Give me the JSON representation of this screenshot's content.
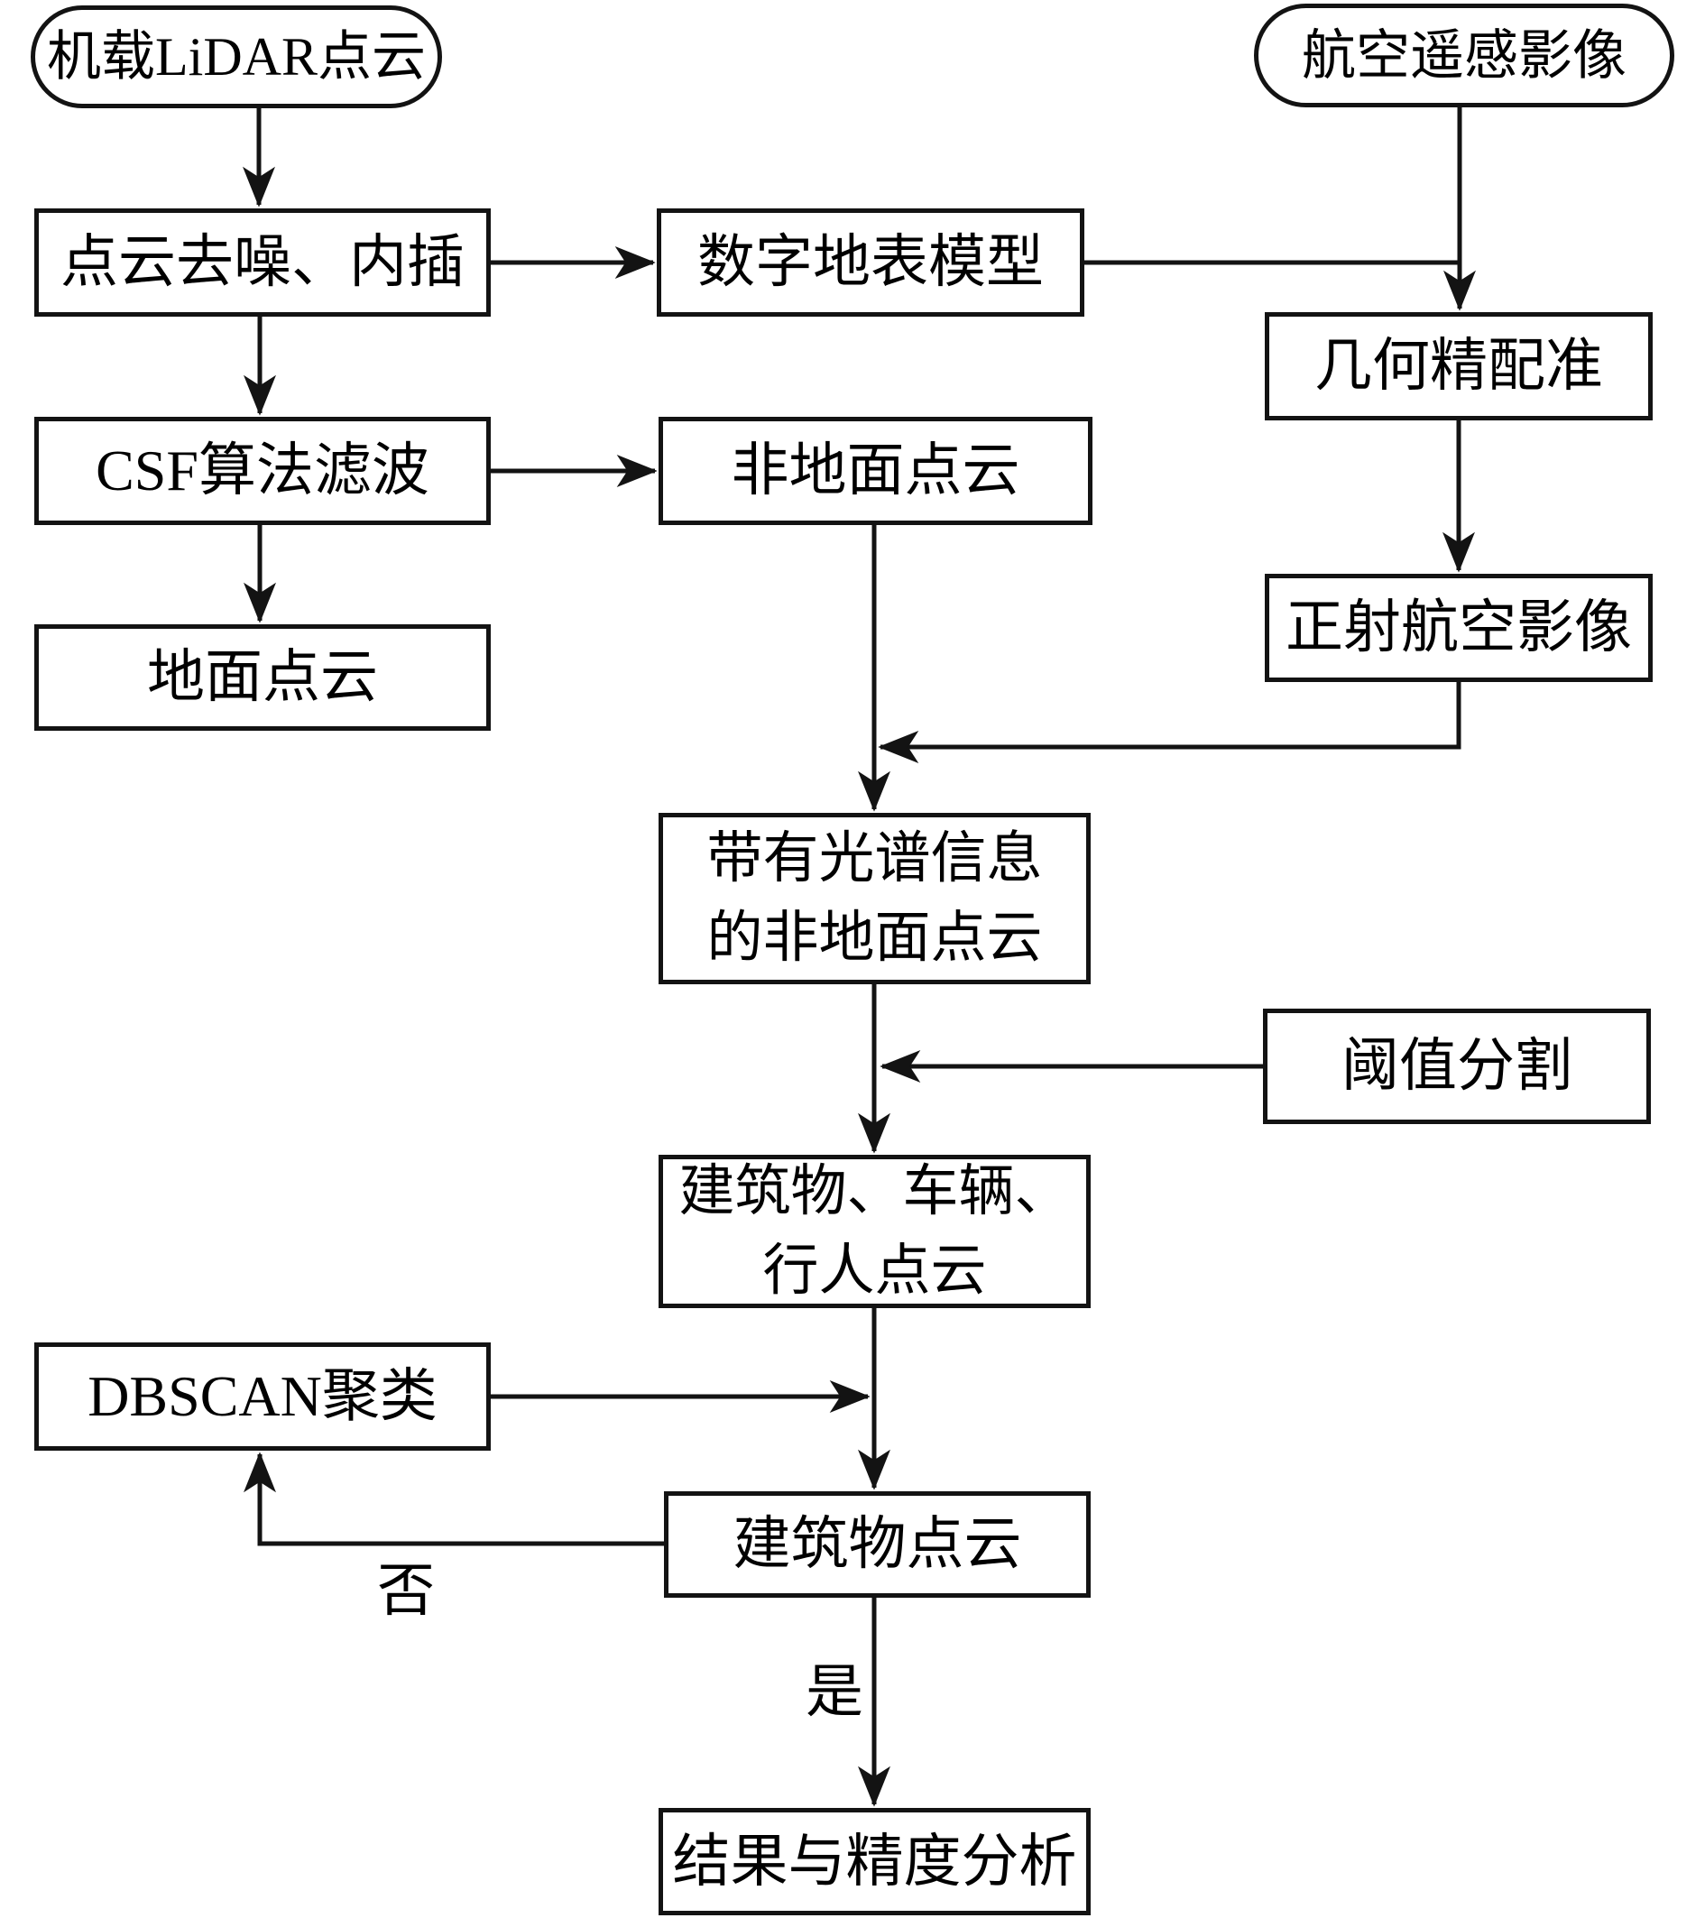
{
  "diagram": {
    "type": "flowchart",
    "colors": {
      "stroke": "#131313",
      "background": "#ffffff",
      "text": "#000000"
    },
    "nodes": {
      "lidar": {
        "shape": "stadium",
        "label": "机载LiDAR点云"
      },
      "aerial": {
        "shape": "stadium",
        "label": "航空遥感影像"
      },
      "denoise": {
        "shape": "rect",
        "label": "点云去噪、内插"
      },
      "dsm": {
        "shape": "rect",
        "label": "数字地表模型"
      },
      "finereg": {
        "shape": "rect",
        "label": "几何精配准"
      },
      "csf": {
        "shape": "rect",
        "label": "CSF算法滤波"
      },
      "nonground": {
        "shape": "rect",
        "label": "非地面点云"
      },
      "ground": {
        "shape": "rect",
        "label": "地面点云"
      },
      "ortho": {
        "shape": "rect",
        "label": "正射航空影像"
      },
      "spectral": {
        "shape": "rect",
        "label": "带有光谱信息的非地面点云",
        "line1": "带有光谱信息",
        "line2": "的非地面点云"
      },
      "threshold": {
        "shape": "rect",
        "label": "阈值分割"
      },
      "bvp": {
        "shape": "rect",
        "label": "建筑物、车辆、行人点云",
        "line1": "建筑物、车辆、",
        "line2": "行人点云"
      },
      "dbscan": {
        "shape": "rect",
        "label": "DBSCAN聚类"
      },
      "building": {
        "shape": "rect",
        "label": "建筑物点云"
      },
      "result": {
        "shape": "rect",
        "label": "结果与精度分析"
      }
    },
    "edge_labels": {
      "no": "否",
      "yes": "是"
    },
    "edges": [
      {
        "from": "机载LiDAR点云",
        "to": "点云去噪、内插"
      },
      {
        "from": "航空遥感影像",
        "to": "几何精配准"
      },
      {
        "from": "点云去噪、内插",
        "to": "数字地表模型"
      },
      {
        "from": "数字地表模型",
        "to": "几何精配准"
      },
      {
        "from": "点云去噪、内插",
        "to": "CSF算法滤波"
      },
      {
        "from": "CSF算法滤波",
        "to": "非地面点云"
      },
      {
        "from": "CSF算法滤波",
        "to": "地面点云"
      },
      {
        "from": "几何精配准",
        "to": "正射航空影像"
      },
      {
        "from": "非地面点云",
        "to": "带有光谱信息的非地面点云"
      },
      {
        "from": "正射航空影像",
        "to": "带有光谱信息的非地面点云"
      },
      {
        "from": "阈值分割",
        "to": "建筑物、车辆、行人点云"
      },
      {
        "from": "带有光谱信息的非地面点云",
        "to": "建筑物、车辆、行人点云"
      },
      {
        "from": "建筑物、车辆、行人点云",
        "to": "建筑物点云"
      },
      {
        "from": "DBSCAN聚类",
        "to": "建筑物点云"
      },
      {
        "from": "建筑物点云",
        "to": "DBSCAN聚类",
        "label": "否"
      },
      {
        "from": "建筑物点云",
        "to": "结果与精度分析",
        "label": "是"
      }
    ]
  }
}
